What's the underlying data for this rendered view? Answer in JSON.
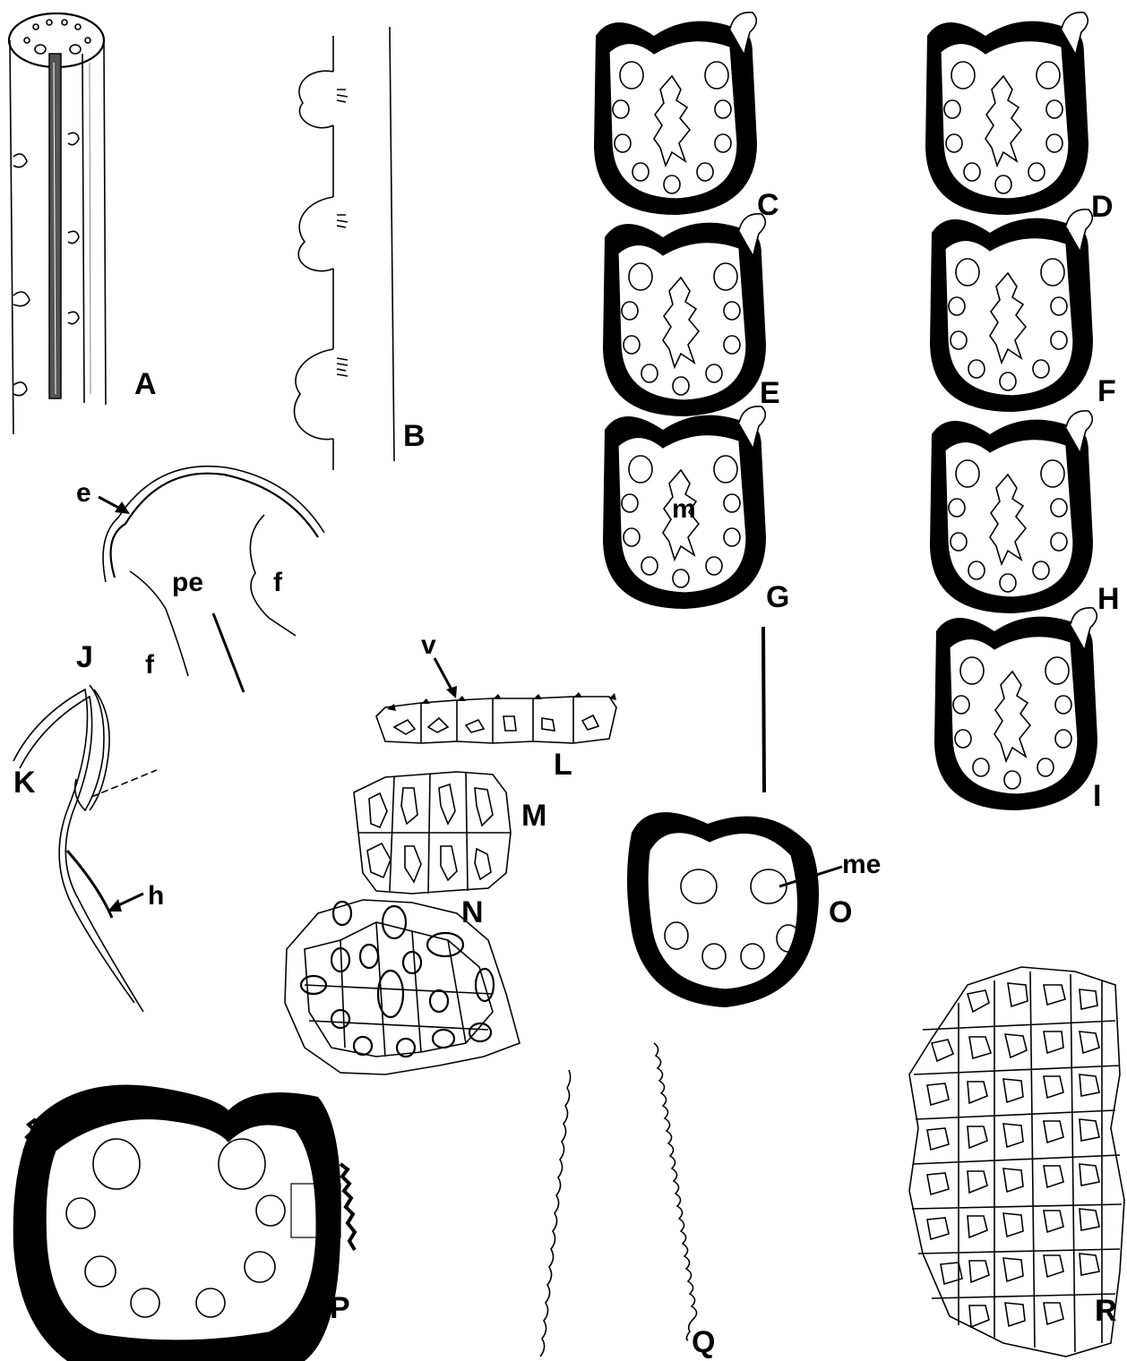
{
  "panels": {
    "A": "A",
    "B": "B",
    "C": "C",
    "D": "D",
    "E": "E",
    "F": "F",
    "G": "G",
    "H": "H",
    "I": "I",
    "J": "J",
    "K": "K",
    "L": "L",
    "M": "M",
    "N": "N",
    "O": "O",
    "P": "P",
    "Q": "Q",
    "R": "R"
  },
  "annotations": {
    "e": "e",
    "pe": "pe",
    "f1": "f",
    "f2": "f",
    "v": "v",
    "m": "m",
    "h": "h",
    "me": "me"
  }
}
